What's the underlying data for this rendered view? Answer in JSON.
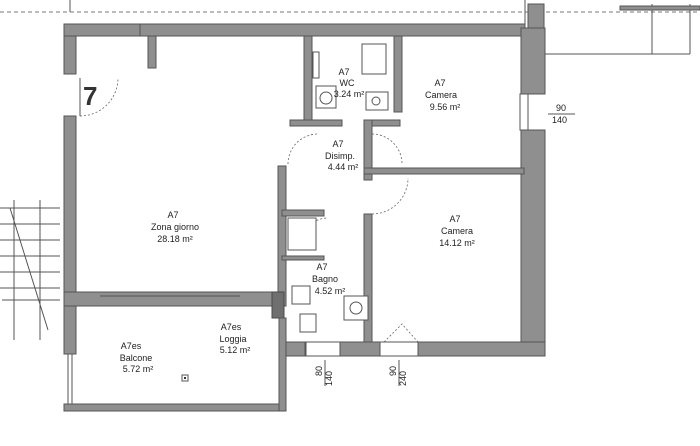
{
  "unit_number": "7",
  "rooms": [
    {
      "code": "A7",
      "name": "WC",
      "area": "3.24 m²"
    },
    {
      "code": "A7",
      "name": "Camera",
      "area": "9.56 m²"
    },
    {
      "code": "A7",
      "name": "Disimp.",
      "area": "4.44 m²"
    },
    {
      "code": "A7",
      "name": "Zona giorno",
      "area": "28.18 m²"
    },
    {
      "code": "A7",
      "name": "Camera",
      "area": "14.12 m²"
    },
    {
      "code": "A7",
      "name": "Bagno",
      "area": "4.52 m²"
    },
    {
      "code": "A7es",
      "name": "Loggia",
      "area": "5.12 m²"
    },
    {
      "code": "A7es",
      "name": "Balcone",
      "area": "5.72 m²"
    }
  ],
  "openings": [
    {
      "width": "90",
      "height": "140"
    },
    {
      "width": "80",
      "height": "140"
    },
    {
      "width": "90",
      "height": "240"
    }
  ]
}
